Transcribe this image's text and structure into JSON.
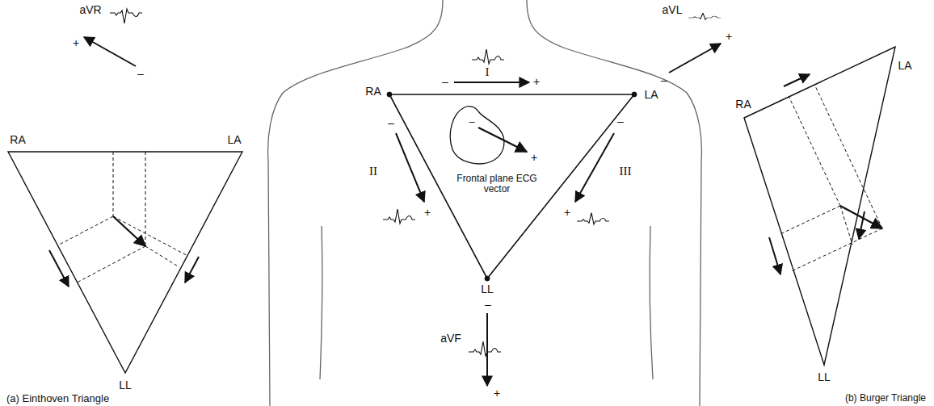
{
  "diagram": {
    "labels": [
      "RA",
      "LA",
      "LL",
      "(a) Einthoven Triangle",
      "aVR",
      "+",
      "–",
      "aVL",
      "+",
      "–",
      "RA",
      "LA",
      "–",
      "I",
      "+",
      "–",
      "II",
      "+",
      "Frontal plane ECG vector",
      "+",
      "–",
      "–",
      "III",
      "+",
      "LL",
      "–",
      "aVF",
      "+",
      "RA",
      "LA",
      "LL",
      "(b) Burger Triangle"
    ]
  }
}
